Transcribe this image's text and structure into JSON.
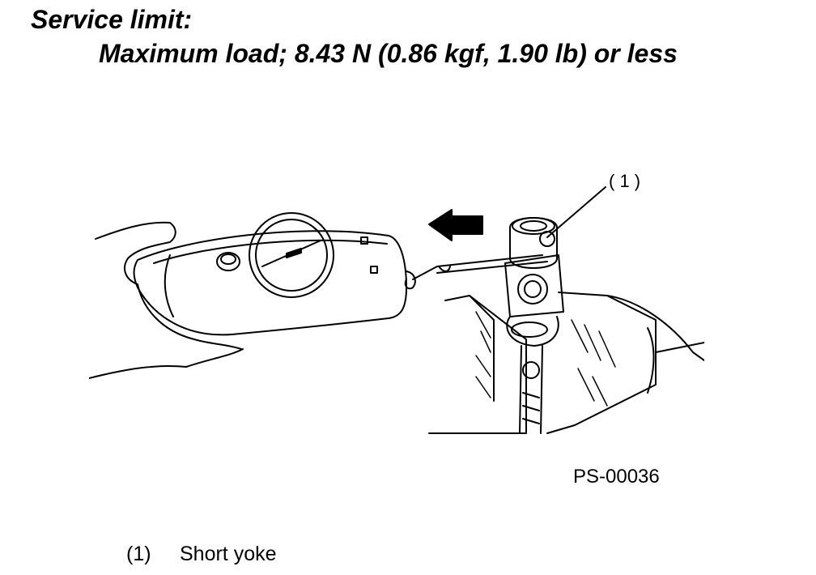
{
  "heading": "Service limit:",
  "limit_text": "Maximum load; 8.43 N (0.86 kgf, 1.90 lb) or less",
  "figure": {
    "callout_label": "( 1 )",
    "figure_id": "PS-00036"
  },
  "legend": [
    {
      "number": "(1)",
      "text": "Short yoke"
    }
  ]
}
